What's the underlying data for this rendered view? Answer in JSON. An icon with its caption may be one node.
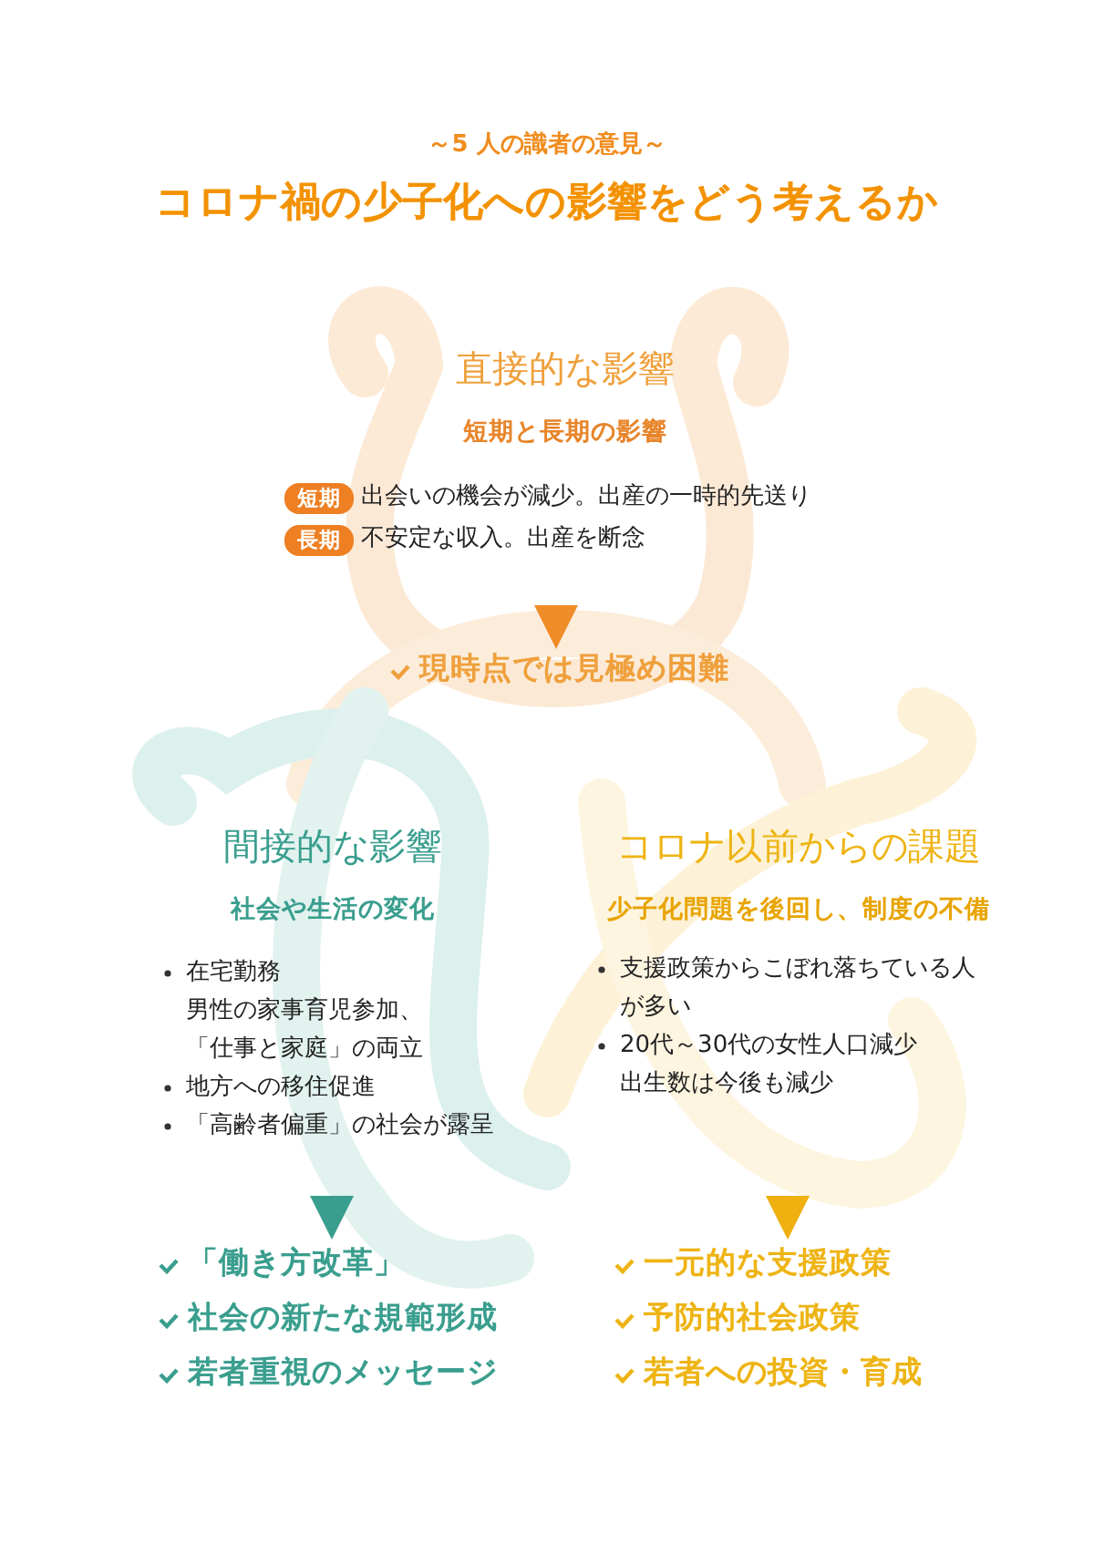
{
  "diagram": {
    "title": "コロナ禍の少子化への影響をどう考えるか",
    "nodes": [
      {
        "text": [
          "直接的な影響",
          "短期と長期の影響",
          "出会いの機会が減少。出産の一時的先送り",
          "不安定な収入。出産を断念"
        ]
      },
      {
        "text": [
          "短期"
        ],
        "in": 0
      },
      {
        "text": [
          "長期"
        ],
        "in": 0
      },
      {
        "text": [
          "現時点では見極め困難"
        ]
      },
      {
        "text": [
          "間接的な影響",
          "社会や生活の変化",
          "在宅勤務",
          "男性の家事育児参加、「仕事と家庭」の両立",
          "地方への移住促進",
          "「高齢者偏重」の社会が露呈"
        ]
      },
      {
        "text": [
          "「働き方改革」",
          "社会の新たな規範形成",
          "若者重視のメッセージ"
        ]
      },
      {
        "text": [
          "コロナ以前からの課題",
          "少子化問題を後回し、制度の不備",
          "支援政策からこぼれ落ちている人が多い",
          "20代～30代の女性人口減少",
          "出生数は今後も減少"
        ]
      },
      {
        "text": [
          "一元的な支援政策",
          "予防的社会政策",
          "若者への投資・育成"
        ]
      }
    ],
    "edges": [
      {
        "from": 0,
        "to": 3,
        "arrow": "to",
        "color": "#f08c28"
      },
      {
        "from": 4,
        "to": 5,
        "arrow": "to",
        "color": "#3a9e8e"
      },
      {
        "from": 6,
        "to": 7,
        "arrow": "to",
        "color": "#f0b010"
      }
    ],
    "labels": [
      "～5 人の識者の意見～"
    ]
  }
}
